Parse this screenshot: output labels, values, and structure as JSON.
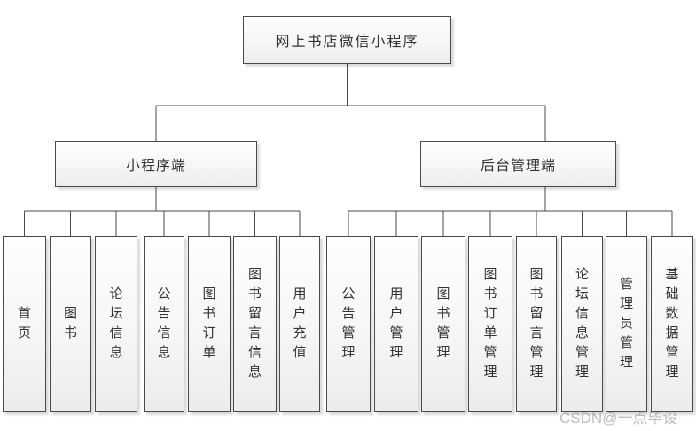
{
  "diagram": {
    "root": {
      "label": "网上书店微信小程序"
    },
    "branches": [
      {
        "label": "小程序端",
        "children": [
          "首页",
          "图书",
          "论坛信息",
          "公告信息",
          "图书订单",
          "图书留言信息",
          "用户充值"
        ]
      },
      {
        "label": "后台管理端",
        "children": [
          "公告管理",
          "用户管理",
          "图书管理",
          "图书订单管理",
          "图书留言管理",
          "论坛信息管理",
          "管理员管理",
          "基础数据管理"
        ]
      }
    ]
  },
  "watermark": {
    "text": "CSDN@一点毕设"
  },
  "colors": {
    "line": "#4a4a4a",
    "box_border": "#4a4a4a",
    "box_fill_top": "#fefefe",
    "box_fill_bottom": "#ececec",
    "text": "#333333",
    "watermark_gray": "#c3c3c3",
    "background": "#ffffff"
  }
}
